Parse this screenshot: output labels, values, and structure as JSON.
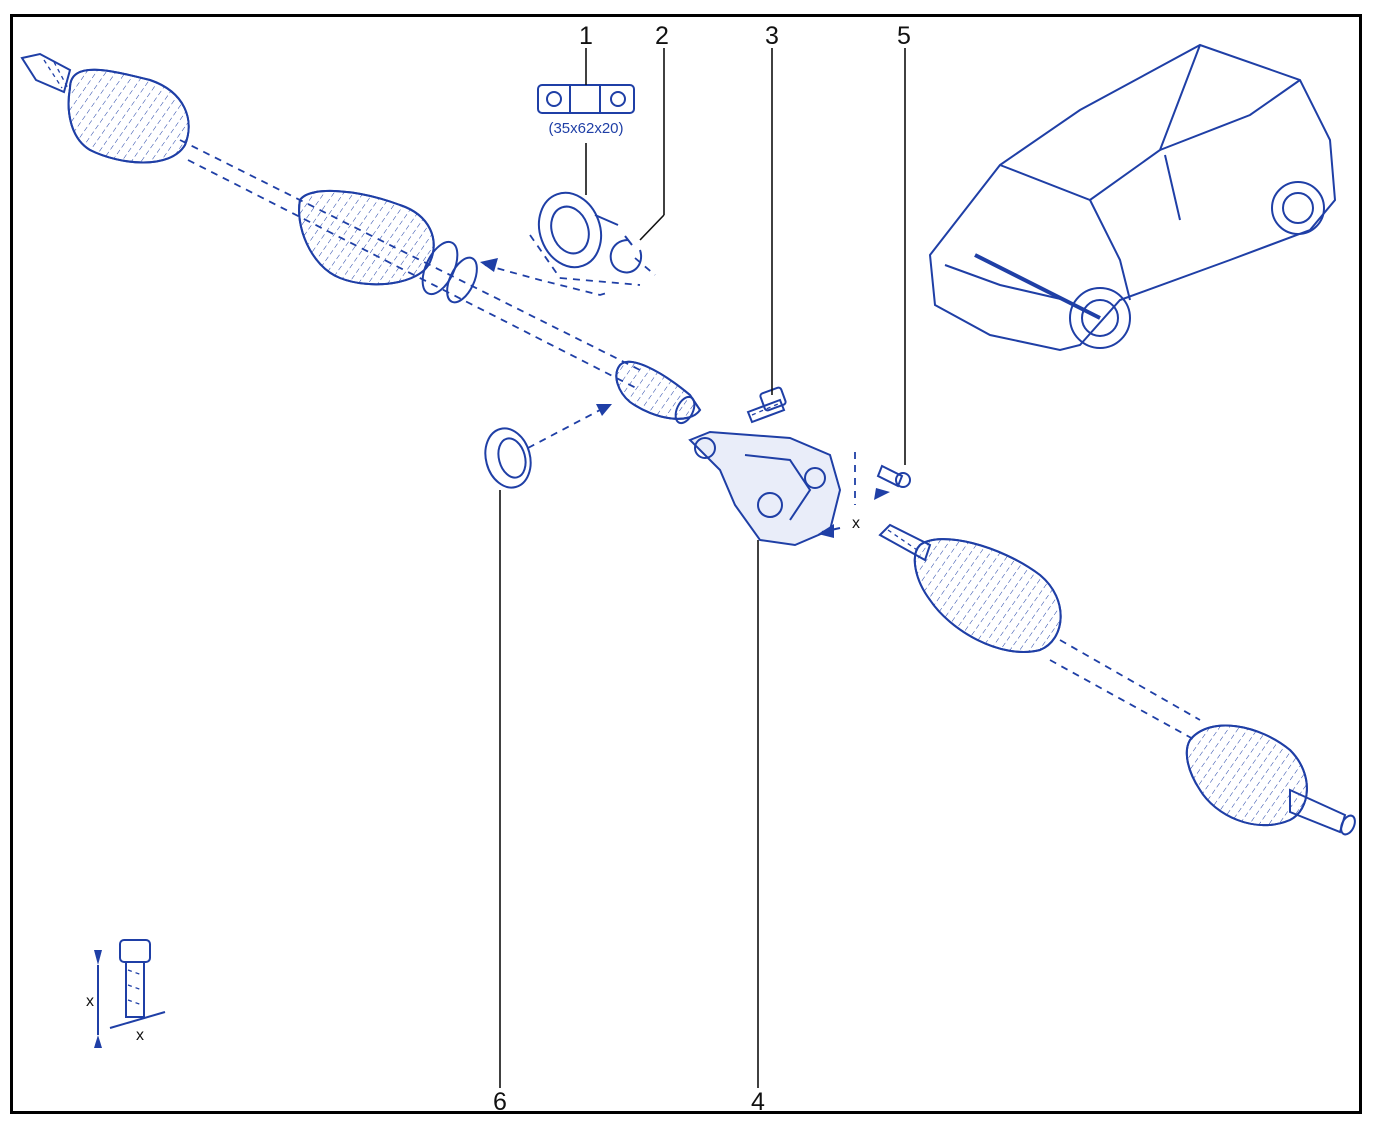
{
  "callouts": {
    "c1": "1",
    "c2": "2",
    "c3": "3",
    "c4": "4",
    "c5": "5",
    "c6": "6"
  },
  "bearing_spec": "(35x62x20)",
  "dimension_mark": "x",
  "colors": {
    "line": "#1f3fa6",
    "text": "#111111",
    "frame": "#000000"
  }
}
